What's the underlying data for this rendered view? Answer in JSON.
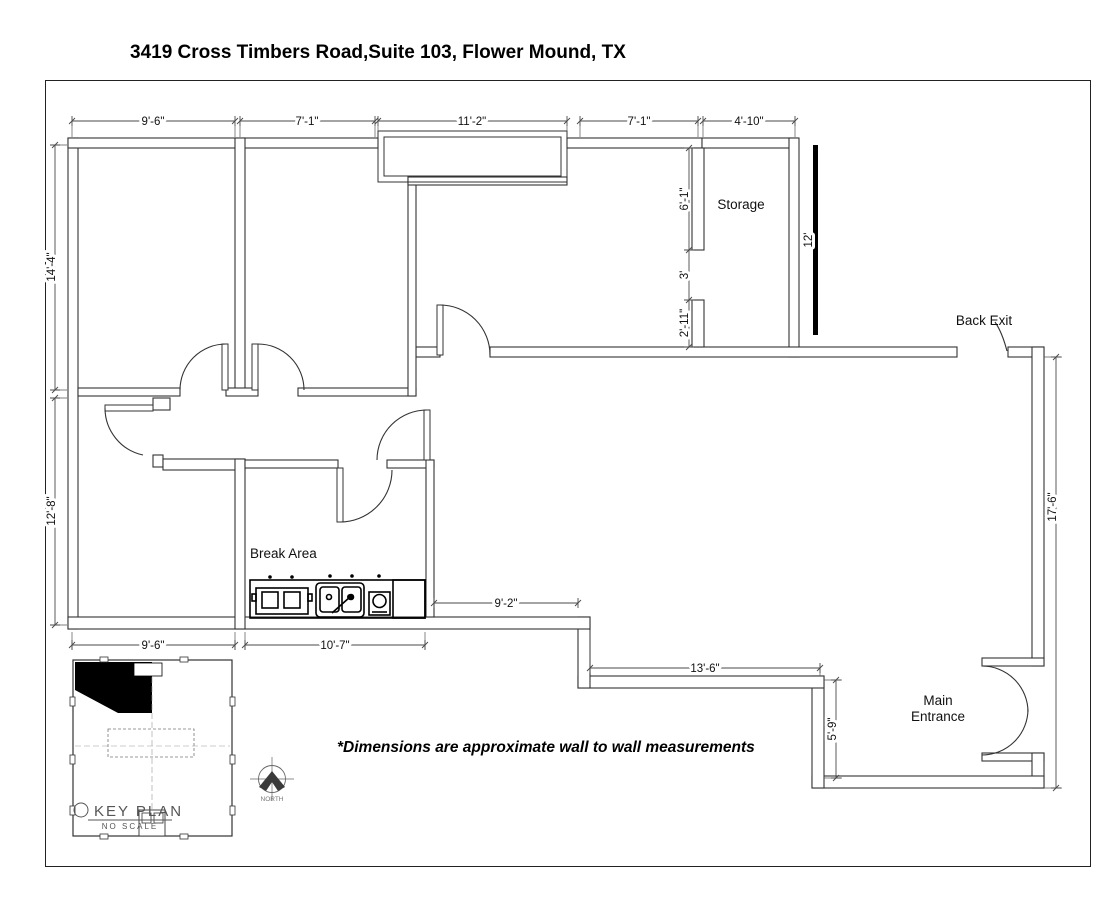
{
  "page": {
    "title": "3419 Cross Timbers Road,Suite 103, Flower Mound, TX",
    "disclaimer": "*Dimensions are approximate wall to wall measurements"
  },
  "rooms": {
    "storage": "Storage",
    "break_area": "Break Area",
    "back_exit": "Back Exit",
    "main_entrance_line1": "Main",
    "main_entrance_line2": "Entrance"
  },
  "dims": {
    "top_office1": "9'-6\"",
    "top_office2": "7'-1\"",
    "top_bay": "11'-2\"",
    "top_right": "7'-1\"",
    "top_storage": "4'-10\"",
    "left_upper": "14'-4\"",
    "left_lower": "12'-8\"",
    "bottom_office1": "9'-6\"",
    "bottom_break": "10'-7\"",
    "storage_wall_upper": "6'-1\"",
    "storage_wall_gap": "3'",
    "storage_wall_lower": "2'-11\"",
    "demising_wall": "12'",
    "break_right": "9'-2\"",
    "step_wall": "13'-6\"",
    "entry_side": "5'-9\"",
    "east_wall": "17'-6\""
  },
  "key_plan": {
    "title": "KEY PLAN",
    "scale_note": "NO SCALE"
  },
  "north_arrow": {
    "label": "NORTH"
  },
  "colors": {
    "wall": "#333333",
    "dimension": "#4a4a4a",
    "text": "#111111",
    "poche": "#000000"
  }
}
